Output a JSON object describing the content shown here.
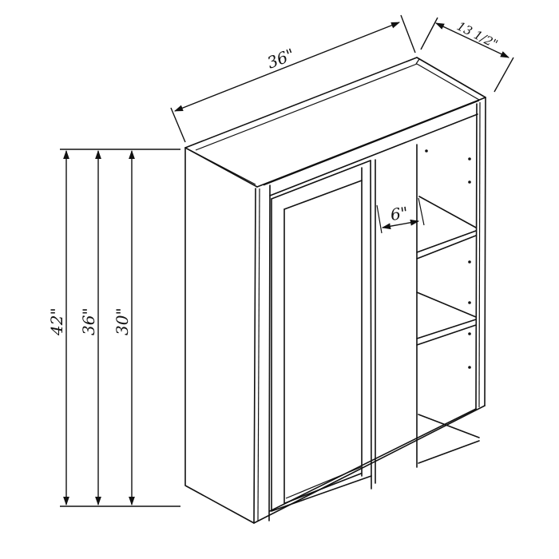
{
  "drawing": {
    "subject": "Wall blind corner cabinet",
    "line_color": "#111111",
    "background": "#ffffff"
  },
  "dimensions": {
    "width": "36\"",
    "depth": "13 1/2\"",
    "blind_offset": "6\"",
    "heights": [
      "42\"",
      "36\"",
      "30\""
    ]
  },
  "features": {
    "door_count": 1,
    "door_style": "shaker",
    "adjustable_shelves": 2,
    "shelf_pin_holes_visible": true
  }
}
